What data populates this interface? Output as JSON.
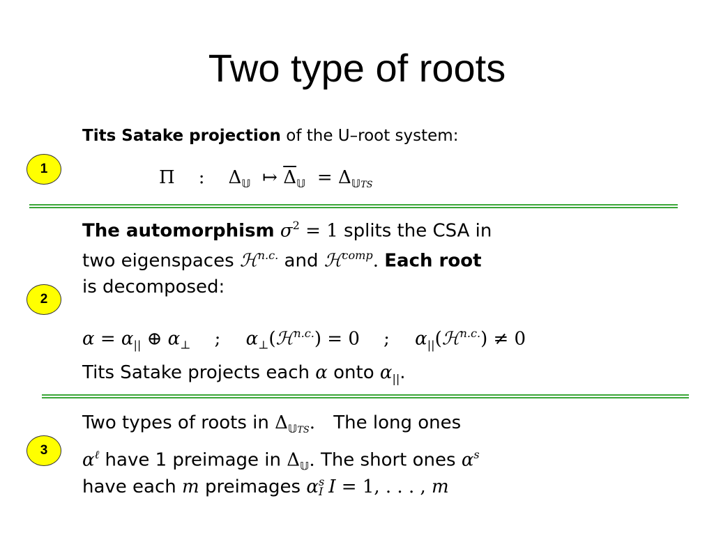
{
  "title": "Two type of roots",
  "markers": [
    "1",
    "2",
    "3"
  ],
  "colors": {
    "marker_fill": "#ffff00",
    "separator": "#3aa638",
    "text": "#000000"
  },
  "section1": {
    "bold_text": "Tits Satake projection",
    "text": "of the U–root system:",
    "formula": "Π : Δ𝕌 ↦ Δ̄𝕌 = Δ𝕌TS"
  },
  "section2": {
    "bold_text": "The automorphism",
    "formula_sigma": "σ² = 1",
    "text_a": "splits the CSA in",
    "text_b": "two eigenspaces",
    "eigen_nc": "ℋⁿ·ᶜ·",
    "and": "and",
    "eigen_comp": "ℋᶜᵒᵐᵖ",
    "bold_text_2": "Each root",
    "text_c": "is decomposed:",
    "decomposition": "α = α|| ⊕ α⊥ ; α⊥(ℋⁿ·ᶜ·) = 0 ; α||(ℋⁿ·ᶜ·) ≠ 0",
    "projection_text": "Tits Satake projects each α onto α||."
  },
  "section3": {
    "text_a": "Two types of roots in",
    "text_b": "The long ones",
    "text_c": "have 1 preimage in",
    "text_d": "The short ones",
    "text_e": "have each",
    "text_f": "preimages",
    "formula_index": "I = 1, . . . , m"
  }
}
